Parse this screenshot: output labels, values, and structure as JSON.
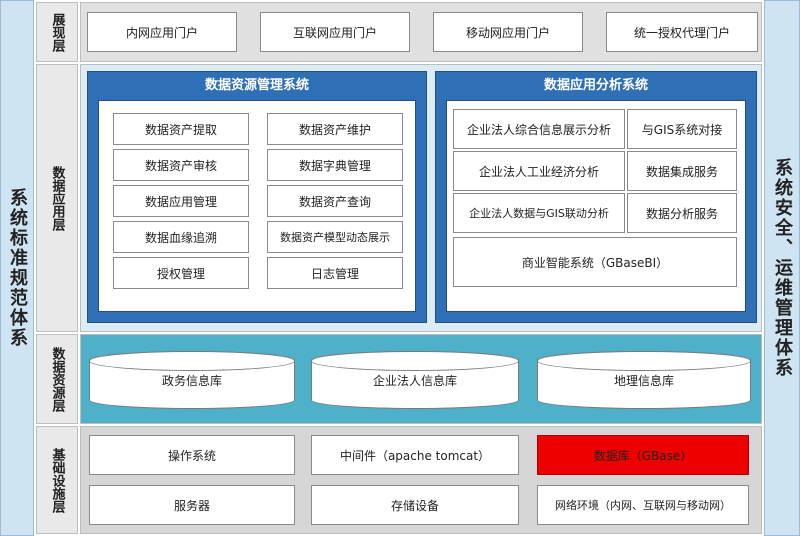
{
  "left_bar": "系统标准规范体系",
  "right_bar": "系统安全、运维管理体系",
  "presentation": {
    "label": "展现层",
    "items": [
      "内网应用门户",
      "互联网应用门户",
      "移动网应用门户",
      "统一授权代理门户"
    ]
  },
  "application": {
    "label": "数据应用层",
    "resource_mgmt": {
      "title": "数据资源管理系统",
      "left": [
        "数据资产提取",
        "数据资产审核",
        "数据应用管理",
        "数据血缘追溯",
        "授权管理"
      ],
      "right": [
        "数据资产维护",
        "数据字典管理",
        "数据资产查询",
        "数据资产模型动态展示",
        "日志管理"
      ]
    },
    "analysis": {
      "title": "数据应用分析系统",
      "rows": [
        [
          "企业法人综合信息展示分析",
          "与GIS系统对接"
        ],
        [
          "企业法人工业经济分析",
          "数据集成服务"
        ],
        [
          "企业法人数据与GIS联动分析",
          "数据分析服务"
        ]
      ],
      "bottom": "商业智能系统（GBaseBI）"
    }
  },
  "resource": {
    "label": "数据资源层",
    "items": [
      "政务信息库",
      "企业法人信息库",
      "地理信息库"
    ]
  },
  "infrastructure": {
    "label": "基础设施层",
    "row1": [
      "操作系统",
      "中间件（apache tomcat）",
      "数据库（GBase）"
    ],
    "row2": [
      "服务器",
      "存储设备",
      "网络环境（内网、互联网与移动网）"
    ]
  }
}
